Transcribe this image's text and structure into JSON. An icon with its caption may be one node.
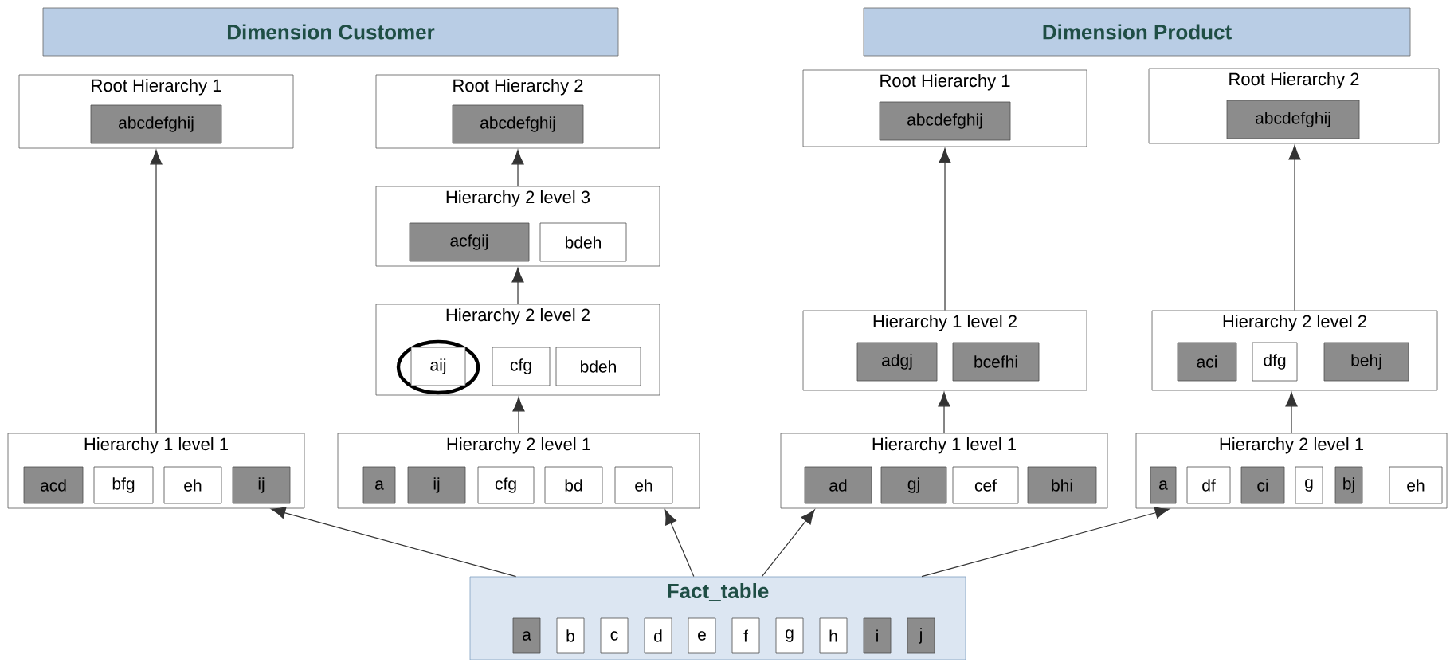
{
  "diagram": {
    "nodes": [
      {
        "text": [
          "Dimension Customer"
        ]
      },
      {
        "text": [
          "Dimension Product"
        ]
      },
      {
        "text": [
          "Root Hierarchy 1"
        ]
      },
      {
        "text": [
          "abcdefghij"
        ],
        "in": 2
      },
      {
        "text": [
          "Root Hierarchy 2"
        ]
      },
      {
        "text": [
          "abcdefghij"
        ],
        "in": 4
      },
      {
        "text": [
          "Hierarchy 2 level 3"
        ]
      },
      {
        "text": [
          "acfgij"
        ],
        "in": 6
      },
      {
        "text": [
          "bdeh"
        ],
        "in": 6
      },
      {
        "text": [
          "Hierarchy 2 level 2"
        ]
      },
      {
        "text": [
          "aij"
        ],
        "in": 9
      },
      {
        "text": [
          "cfg"
        ],
        "in": 9
      },
      {
        "text": [
          "bdeh"
        ],
        "in": 9
      },
      {
        "text": [
          "Hierarchy 1 level 1"
        ]
      },
      {
        "text": [
          "acd"
        ],
        "in": 13
      },
      {
        "text": [
          "bfg"
        ],
        "in": 13
      },
      {
        "text": [
          "eh"
        ],
        "in": 13
      },
      {
        "text": [
          "ij"
        ],
        "in": 13
      },
      {
        "text": [
          "Hierarchy 2 level 1"
        ]
      },
      {
        "text": [
          "a"
        ],
        "in": 18
      },
      {
        "text": [
          "ij"
        ],
        "in": 18
      },
      {
        "text": [
          "cfg"
        ],
        "in": 18
      },
      {
        "text": [
          "bd"
        ],
        "in": 18
      },
      {
        "text": [
          "eh"
        ],
        "in": 18
      },
      {
        "text": [
          "Root Hierarchy 1"
        ]
      },
      {
        "text": [
          "abcdefghij"
        ],
        "in": 24
      },
      {
        "text": [
          "Root Hierarchy 2"
        ]
      },
      {
        "text": [
          "abcdefghij"
        ],
        "in": 26
      },
      {
        "text": [
          "Hierarchy 1 level 2"
        ]
      },
      {
        "text": [
          "adgj"
        ],
        "in": 28
      },
      {
        "text": [
          "bcefhi"
        ],
        "in": 28
      },
      {
        "text": [
          "Hierarchy 2 level 2"
        ]
      },
      {
        "text": [
          "aci"
        ],
        "in": 31
      },
      {
        "text": [
          "dfg"
        ],
        "in": 31
      },
      {
        "text": [
          "behj"
        ],
        "in": 31
      },
      {
        "text": [
          "Hierarchy 1 level 1"
        ]
      },
      {
        "text": [
          "ad"
        ],
        "in": 35
      },
      {
        "text": [
          "gj"
        ],
        "in": 35
      },
      {
        "text": [
          "cef"
        ],
        "in": 35
      },
      {
        "text": [
          "bhi"
        ],
        "in": 35
      },
      {
        "text": [
          "Hierarchy 2 level 1"
        ]
      },
      {
        "text": [
          "a"
        ],
        "in": 40
      },
      {
        "text": [
          "df"
        ],
        "in": 40
      },
      {
        "text": [
          "ci"
        ],
        "in": 40
      },
      {
        "text": [
          "g"
        ],
        "in": 40
      },
      {
        "text": [
          "bj"
        ],
        "in": 40
      },
      {
        "text": [
          "eh"
        ],
        "in": 40
      },
      {
        "text": [
          "Fact_table"
        ]
      },
      {
        "text": [
          "a"
        ],
        "in": 47
      },
      {
        "text": [
          "b"
        ],
        "in": 47
      },
      {
        "text": [
          "c"
        ],
        "in": 47
      },
      {
        "text": [
          "d"
        ],
        "in": 47
      },
      {
        "text": [
          "e"
        ],
        "in": 47
      },
      {
        "text": [
          "f"
        ],
        "in": 47
      },
      {
        "text": [
          "g"
        ],
        "in": 47
      },
      {
        "text": [
          "h"
        ],
        "in": 47
      },
      {
        "text": [
          "i"
        ],
        "in": 47
      },
      {
        "text": [
          "j"
        ],
        "in": 47
      }
    ],
    "edges": [
      {
        "from": 13,
        "to": 2,
        "arrow": "to"
      },
      {
        "from": 18,
        "to": 9,
        "arrow": "to"
      },
      {
        "from": 9,
        "to": 6,
        "arrow": "to"
      },
      {
        "from": 6,
        "to": 4,
        "arrow": "to"
      },
      {
        "from": 35,
        "to": 28,
        "arrow": "to"
      },
      {
        "from": 28,
        "to": 24,
        "arrow": "to"
      },
      {
        "from": 40,
        "to": 31,
        "arrow": "to"
      },
      {
        "from": 31,
        "to": 26,
        "arrow": "to"
      },
      {
        "from": 47,
        "to": 13,
        "arrow": "to"
      },
      {
        "from": 47,
        "to": 18,
        "arrow": "to"
      },
      {
        "from": 47,
        "to": 35,
        "arrow": "to"
      },
      {
        "from": 47,
        "to": 40,
        "arrow": "to"
      }
    ]
  }
}
